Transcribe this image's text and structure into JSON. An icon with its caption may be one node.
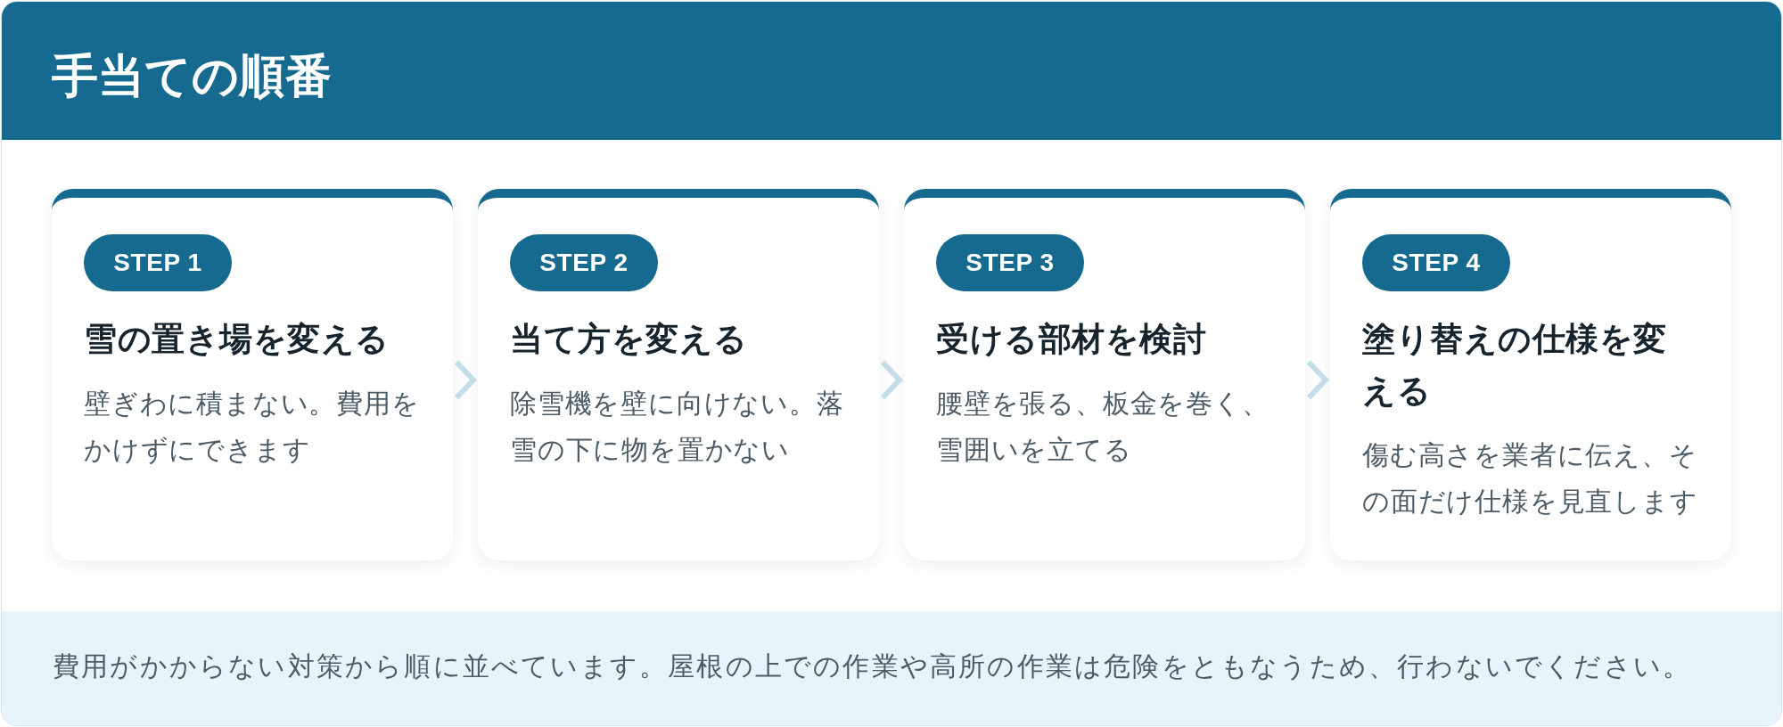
{
  "diagram": {
    "title": "手当ての順番",
    "nodes": [
      {
        "text": [
          "雪の置き場を変える",
          "壁ぎわに積まない。費用をかけずにできます"
        ]
      },
      {
        "text": [
          "STEP 1"
        ],
        "in": 0
      },
      {
        "text": [
          "当て方を変える",
          "除雪機を壁に向けない。落雪の下に物を置かない"
        ]
      },
      {
        "text": [
          "STEP 2"
        ],
        "in": 2
      },
      {
        "text": [
          "受ける部材を検討",
          "腰壁を張る、板金を巻く、雪囲いを立てる"
        ]
      },
      {
        "text": [
          "STEP 3"
        ],
        "in": 4
      },
      {
        "text": [
          "塗り替えの仕様を変える",
          "傷む高さを業者に伝え、その面だけ仕様を見直します"
        ]
      },
      {
        "text": [
          "STEP 4"
        ],
        "in": 6
      }
    ],
    "edges": [
      {
        "from": 0,
        "to": 2,
        "arrow": "to"
      },
      {
        "from": 2,
        "to": 4,
        "arrow": "to"
      },
      {
        "from": 4,
        "to": 6,
        "arrow": "to"
      }
    ],
    "labels": [
      "費用がかからない対策から順に並べています。屋根の上での作業や高所の作業は危険をともなうため、行わないでください。"
    ]
  }
}
